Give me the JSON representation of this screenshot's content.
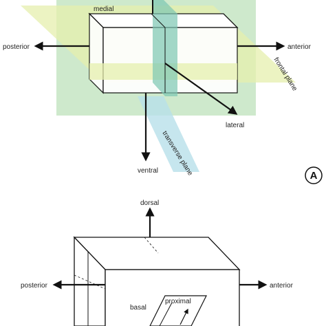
{
  "colors": {
    "plane_green": "#c5e5c3",
    "plane_yellow": "#e6efad",
    "plane_blue": "#b8e0ea",
    "plane_teal": "#7cc6b2",
    "cube_face": "#ffffff",
    "stroke": "#111111"
  },
  "top_diagram": {
    "labels": {
      "medial": "medial",
      "posterior": "posterior",
      "anterior": "anterior",
      "frontal_plane": "frontal plane",
      "lateral": "lateral",
      "transverse_plane": "transverse plane",
      "ventral": "ventral"
    },
    "panel_letter": "A"
  },
  "bottom_diagram": {
    "labels": {
      "dorsal": "dorsal",
      "posterior": "posterior",
      "anterior": "anterior",
      "basal": "basal",
      "proximal": "proximal"
    }
  }
}
